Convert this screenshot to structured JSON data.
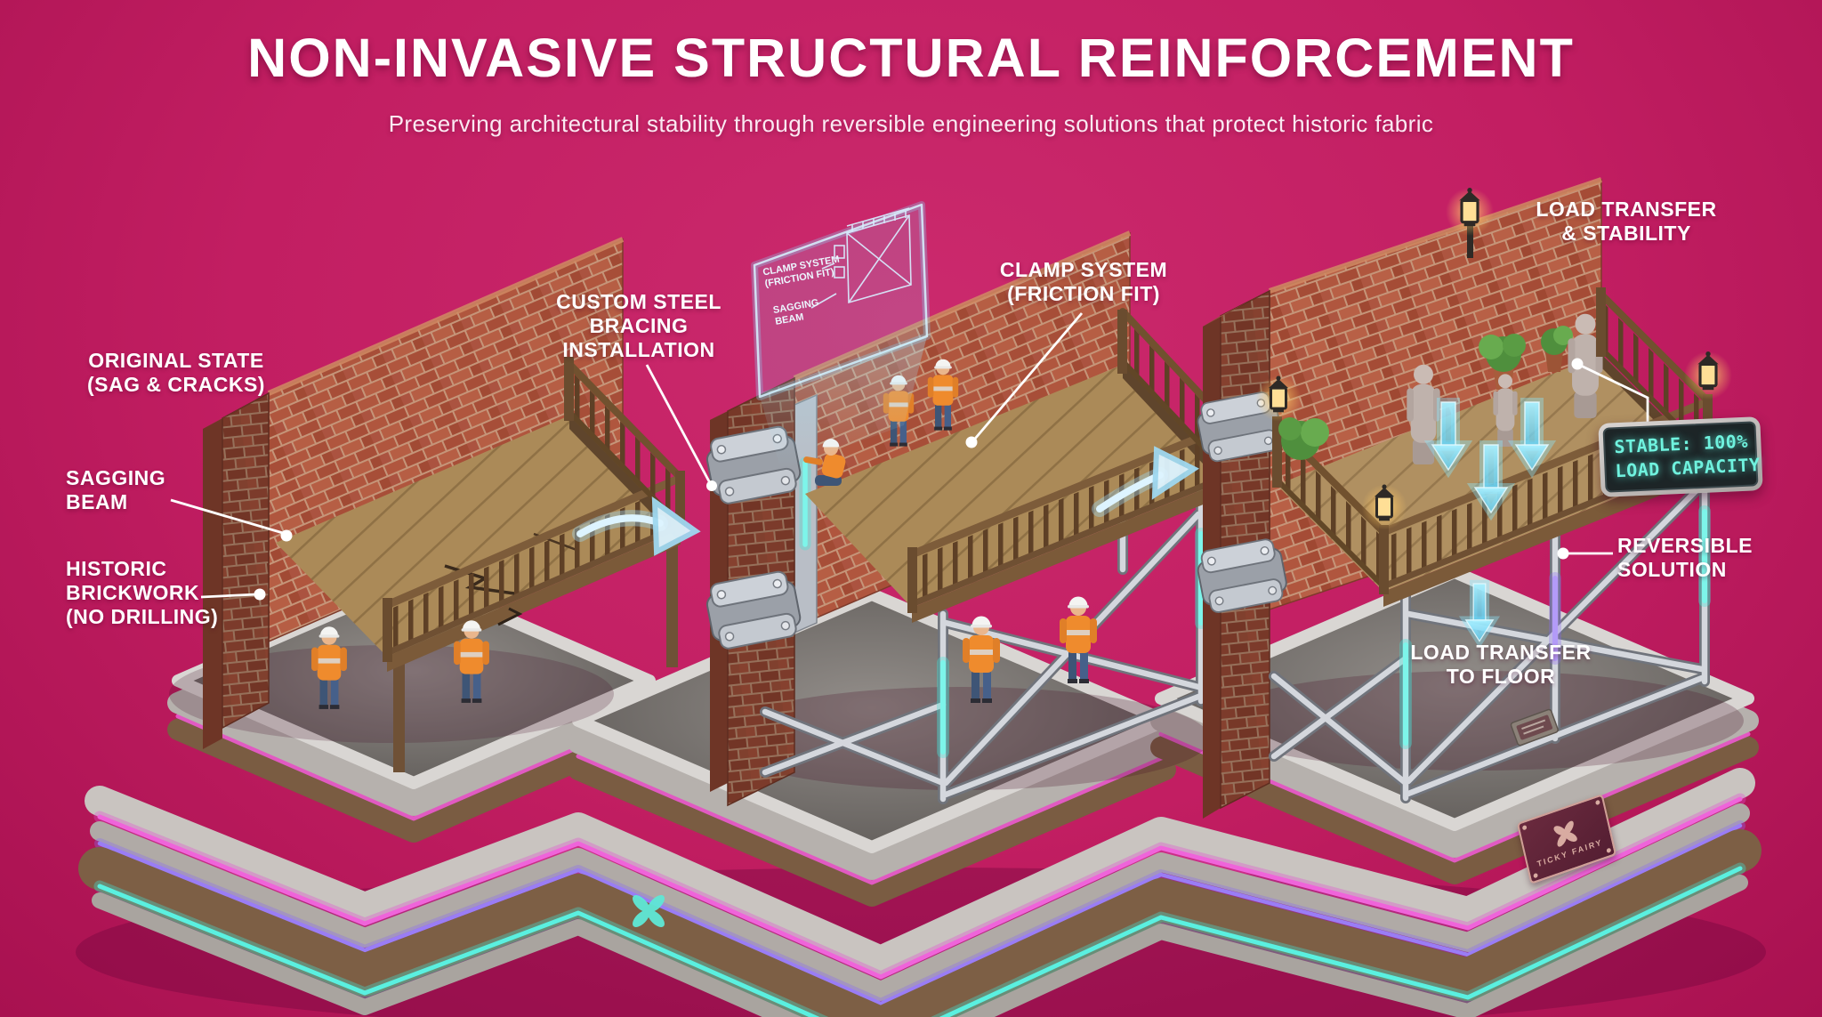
{
  "header": {
    "title": "NON-INVASIVE STRUCTURAL REINFORCEMENT",
    "subtitle": "Preserving architectural stability through reversible engineering solutions that protect historic fabric"
  },
  "labels": {
    "original_state": "ORIGINAL STATE\n(SAG & CRACKS)",
    "sagging_beam": "SAGGING\nBEAM",
    "historic_brickwork": "HISTORIC\nBRICKWORK\n(NO DRILLING)",
    "custom_steel": "CUSTOM STEEL\nBRACING\nINSTALLATION",
    "clamp_system": "CLAMP SYSTEM\n(FRICTION FIT)",
    "load_transfer_stability": "LOAD TRANSFER\n& STABILITY",
    "reversible_solution": "REVERSIBLE\nSOLUTION",
    "load_transfer_floor": "LOAD TRANSFER\nTO FLOOR"
  },
  "hologram": {
    "clamp_line1": "CLAMP SYSTEM",
    "clamp_line2": "(FRICTION FIT)",
    "beam_line1": "SAGGING",
    "beam_line2": "BEAM"
  },
  "display": {
    "line1": "STABLE: 100%",
    "line2": "LOAD CAPACITY"
  },
  "branding": {
    "plaque": "TICKY FAIRY"
  },
  "colors": {
    "background": "#c21e62",
    "neon_cyan": "#43e8d8",
    "neon_magenta": "#e24fd0",
    "neon_purple": "#8d6df2",
    "display_text": "#6ff2de",
    "arrow_glow": "#cfeffc",
    "brick": "#b0563e",
    "wood": "#a8854f",
    "steel": "#d4d7dd"
  }
}
